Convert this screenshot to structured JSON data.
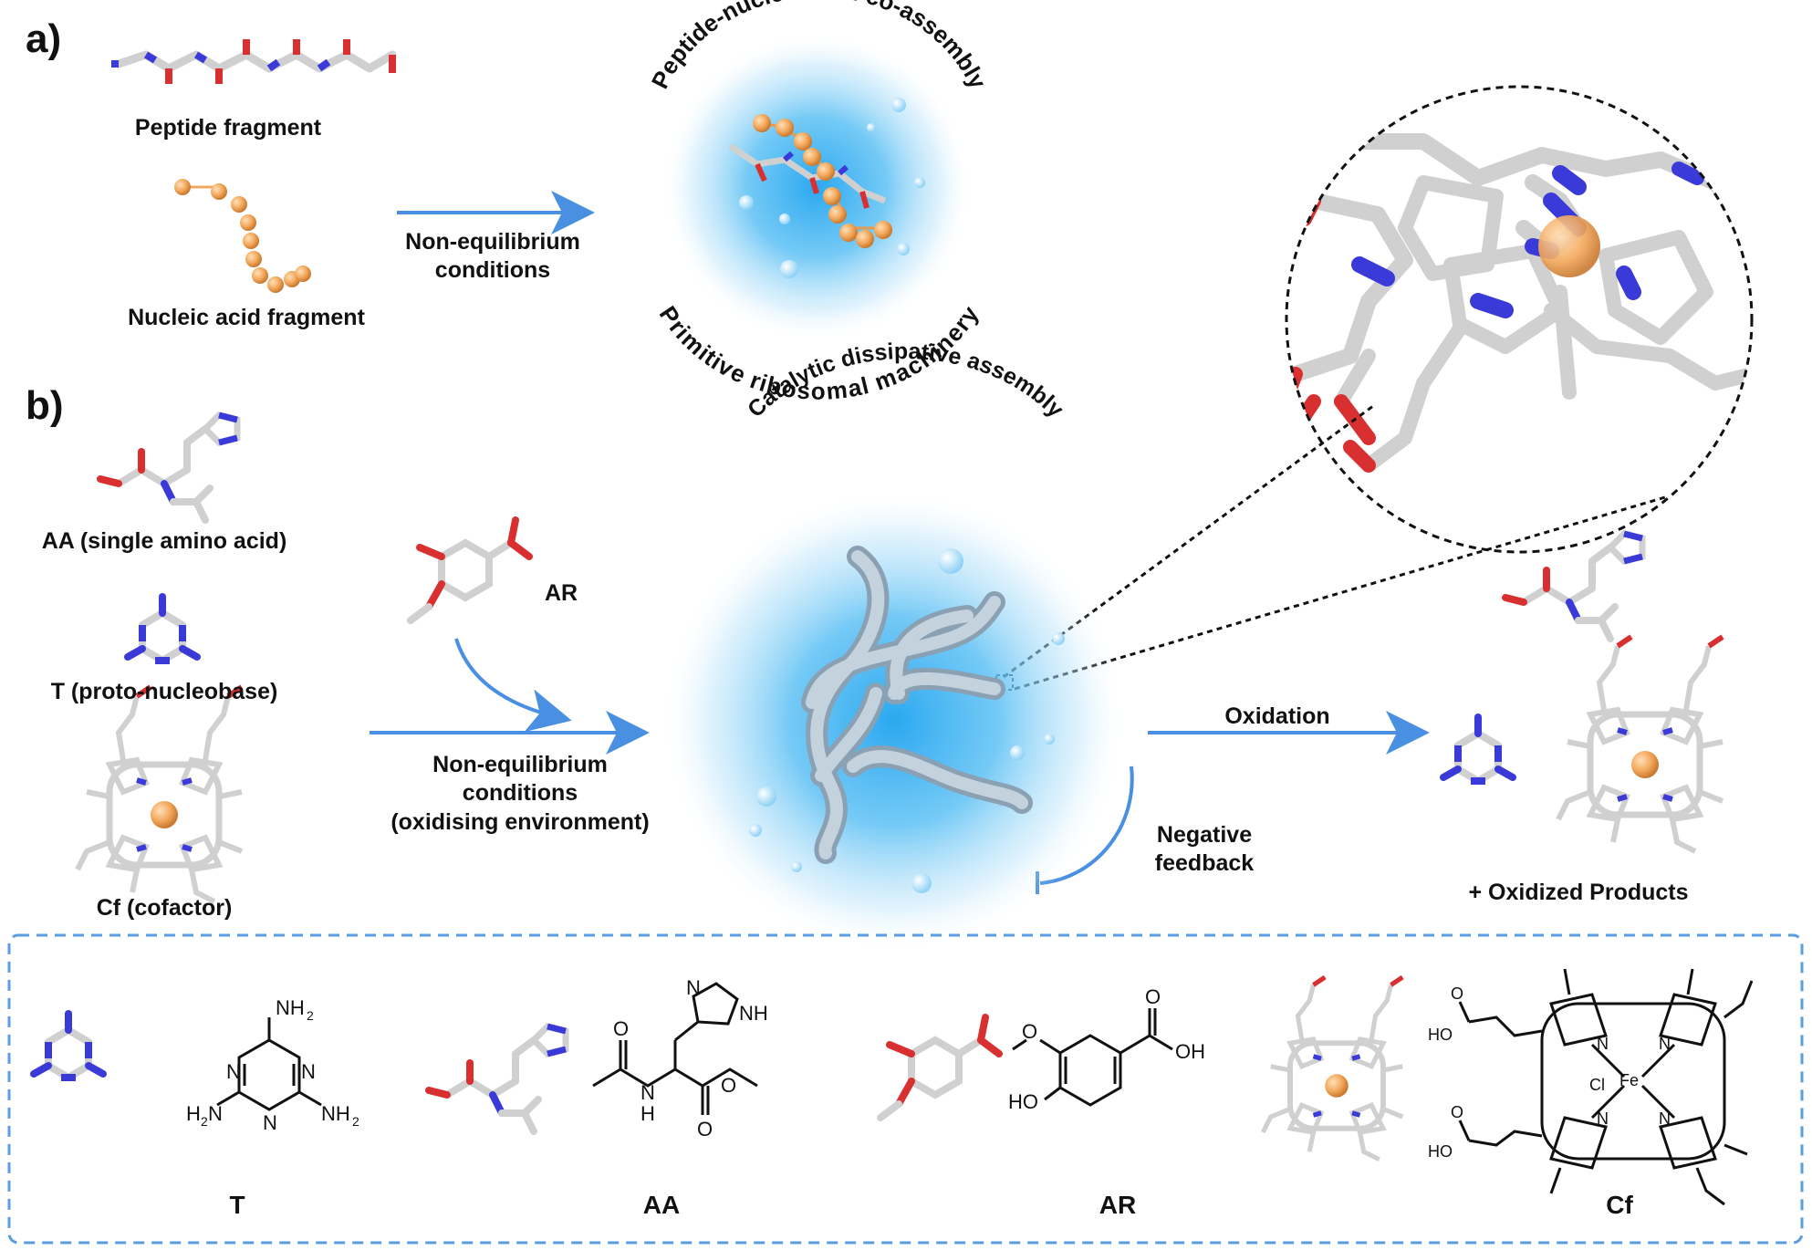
{
  "panel_a": {
    "label": "a)",
    "peptide_label": "Peptide fragment",
    "nucleic_label": "Nucleic acid fragment",
    "arrow_label_1": "Non-equilibrium",
    "arrow_label_2": "conditions",
    "arc_top": "Peptide-nucleic acid co-assembly",
    "arc_bottom": "Primitive ribosomal machinery"
  },
  "panel_b": {
    "label": "b)",
    "aa_label": "AA (single amino acid)",
    "t_label": "T (proto-nucleobase)",
    "cf_label": "Cf (cofactor)",
    "ar_label": "AR",
    "arrow_label_1": "Non-equilibrium",
    "arrow_label_2": "conditions",
    "arrow_label_3": "(oxidising environment)",
    "arc_title": "Catalytic dissipative assembly",
    "oxidation_label": "Oxidation",
    "feedback_1": "Negative",
    "feedback_2": "feedback",
    "products_label": "+ Oxidized Products"
  },
  "legend": {
    "t_label": "T",
    "aa_label": "AA",
    "ar_label": "AR",
    "cf_label": "Cf",
    "t_nh2_top": "NH",
    "t_nh2_left": "H",
    "t_nh2_right": "NH",
    "sub2": "2",
    "n": "N",
    "h": "H",
    "nh": "NH",
    "o": "O",
    "oh": "OH",
    "ho": "HO",
    "cl": "Cl",
    "fe": "Fe"
  },
  "colors": {
    "arrow": "#4a90e2",
    "glow": "#2aa8f0",
    "fiber": "#9fb3c4",
    "bead": "#f0a860",
    "nitrogen": "#3a3ad8",
    "oxygen": "#d83030",
    "carbon": "#cfcfcf",
    "dash_box": "#5a9de0"
  }
}
